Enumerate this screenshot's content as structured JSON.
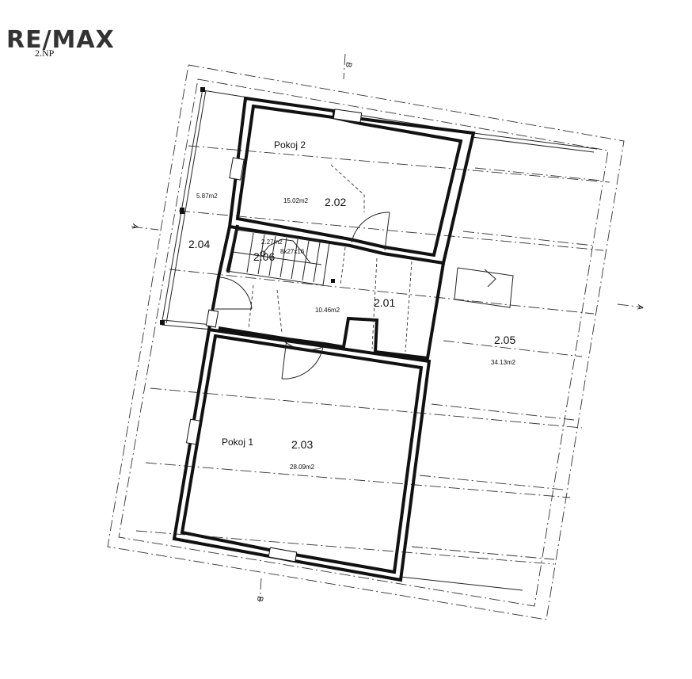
{
  "brand": {
    "logo_text": "RE/MAX"
  },
  "floor": {
    "label": "2.NP"
  },
  "rooms": [
    {
      "number": "2.01",
      "area": "10.46m2",
      "name": ""
    },
    {
      "number": "2.02",
      "area": "15.02m2",
      "name": "Pokoj 2"
    },
    {
      "number": "2.03",
      "area": "28.09m2",
      "name": "Pokoj 1"
    },
    {
      "number": "2.04",
      "area": "5.87m2",
      "name": ""
    },
    {
      "number": "2.05",
      "area": "34.13m2",
      "name": ""
    },
    {
      "number": "2.06",
      "area": "2.27m2",
      "name": ""
    }
  ],
  "stair": {
    "spec": "8x27x16"
  },
  "sections": {
    "a": "A",
    "b": "B"
  }
}
